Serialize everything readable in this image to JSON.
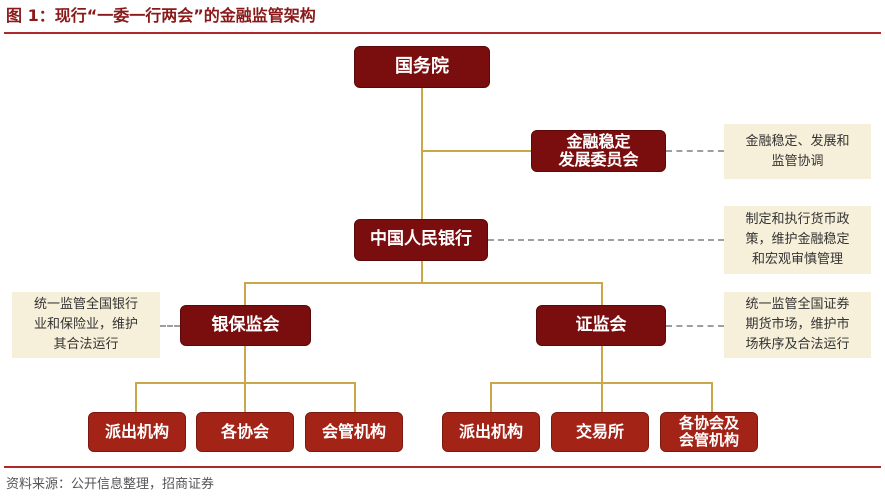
{
  "title": "图 1：现行“一委一行两会”的金融监管架构",
  "source": "资料来源：公开信息整理，招商证券",
  "nodes": {
    "guowuyuan": "国务院",
    "jinwen": "金融稳定\n发展委员会",
    "renhang": "中国人民银行",
    "yinbaojian": "银保监会",
    "zhengjian": "证监会",
    "yb_paichu": "派出机构",
    "yb_xiehui": "各协会",
    "yb_huiguan": "会管机构",
    "zj_paichu": "派出机构",
    "zj_jiaoyisuo": "交易所",
    "zj_xiehui": "各协会及\n会管机构"
  },
  "notes": {
    "jinwen": "金融稳定、发展和\n监管协调",
    "renhang": "制定和执行货币政\n策，维护金融稳定\n和宏观审慎管理",
    "yinbaojian": "统一监管全国银行\n业和保险业，维护\n其合法运行",
    "zhengjian": "统一监管全国证券\n期货市场，维护市\n场秩序及合法运行"
  },
  "colors": {
    "primary_node": "#7a0d0d",
    "leaf_node": "#a32417",
    "connector": "#c9a74a",
    "note_bg": "#f6efd9",
    "rule": "#b0282a"
  }
}
